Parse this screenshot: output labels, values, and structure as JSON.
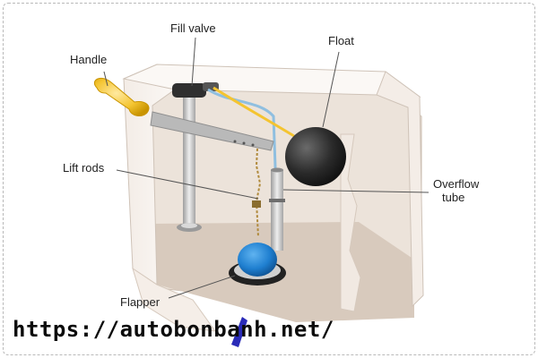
{
  "labels": {
    "fill_valve": "Fill valve",
    "float": "Float",
    "handle": "Handle",
    "lift_rods": "Lift rods",
    "overflow_tube_line1": "Overflow",
    "overflow_tube_line2": "tube",
    "flapper": "Flapper"
  },
  "watermark": {
    "url": "https://autobonbanh.net/"
  },
  "colors": {
    "tank_wall": "#f7f2ee",
    "tank_inner": "#e8ddd3",
    "tank_floor": "#d4c4b6",
    "handle_yellow": "#f4c430",
    "float_black": "#2b2b2b",
    "flapper_blue": "#1f7fd0",
    "pipe_gray": "#c8c8c8",
    "supply_line_blue": "#8fbfe0"
  }
}
